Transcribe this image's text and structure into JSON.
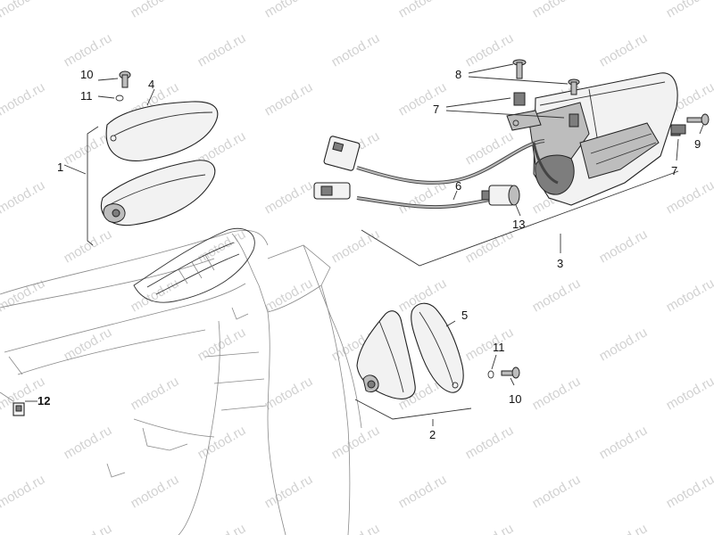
{
  "watermark": "motod.ru",
  "callouts": {
    "c1": "1",
    "c2": "2",
    "c3": "3",
    "c4": "4",
    "c5": "5",
    "c6": "6",
    "c7a": "7",
    "c7b": "7",
    "c8": "8",
    "c9": "9",
    "c10a": "10",
    "c10b": "10",
    "c11a": "11",
    "c11b": "11",
    "c12": "12",
    "c13": "13"
  }
}
